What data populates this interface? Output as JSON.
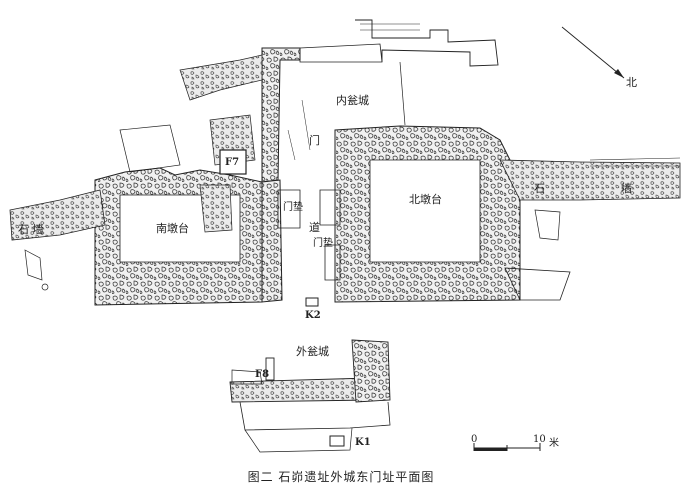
{
  "labels": {
    "north_arrow": "北",
    "inner_wengcheng": "内瓮城",
    "gate": "门",
    "road": "道",
    "gate_pier_left": "门垫",
    "gate_pier_right": "门垫",
    "south_platform": "南墩台",
    "north_platform": "北墩台",
    "stone_wall_left": "石 墙",
    "stone_wall_right_a": "石",
    "stone_wall_right_b": "墙",
    "f7": "F7",
    "f8": "F8",
    "k1": "K1",
    "k2": "K2",
    "outer_wengcheng": "外瓮城"
  },
  "scale": {
    "zero": "0",
    "ten": "10",
    "unit": "米"
  },
  "caption": "图二 石峁遗址外城东门址平面图",
  "colors": {
    "line": "#1a1a1a",
    "fill": "#e8e8e8",
    "rubble": "#555555"
  }
}
